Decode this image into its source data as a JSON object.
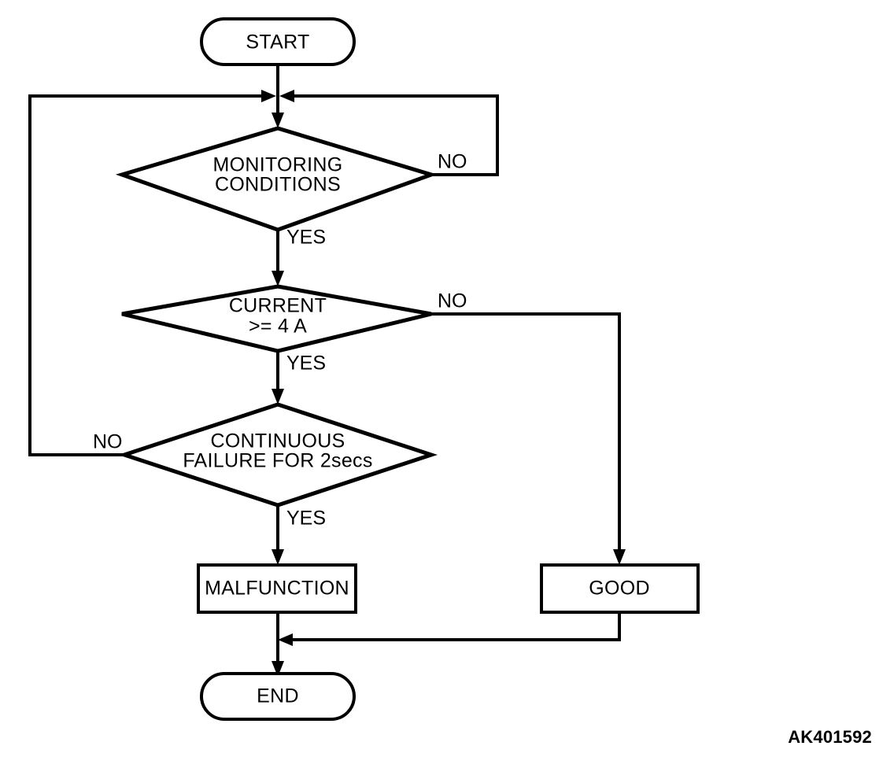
{
  "figure": {
    "code": "AK401592",
    "background_color": "#ffffff",
    "line_color": "#000000",
    "type": "flowchart"
  },
  "nodes": {
    "start": {
      "label": "START",
      "shape": "terminator"
    },
    "monitoring": {
      "label_line1": "MONITORING",
      "label_line2": "CONDITIONS",
      "shape": "decision"
    },
    "current": {
      "label_line1": "CURRENT",
      "label_line2": ">= 4 A",
      "shape": "decision"
    },
    "continuous": {
      "label_line1": "CONTINUOUS",
      "label_line2": "FAILURE FOR 2secs",
      "shape": "decision"
    },
    "malfunction": {
      "label": "MALFUNCTION",
      "shape": "process"
    },
    "good": {
      "label": "GOOD",
      "shape": "process"
    },
    "end": {
      "label": "END",
      "shape": "terminator"
    }
  },
  "edge_labels": {
    "monitoring_no": "NO",
    "monitoring_yes": "YES",
    "current_no": "NO",
    "current_yes": "YES",
    "continuous_no": "NO",
    "continuous_yes": "YES"
  }
}
